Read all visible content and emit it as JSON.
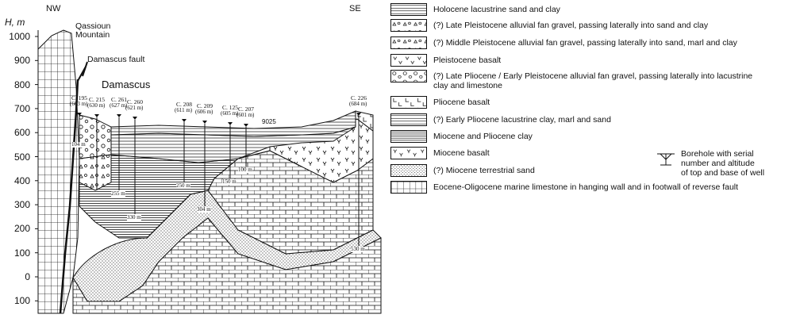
{
  "header": {
    "nw": "NW",
    "se": "SE",
    "axis_title": "H, m"
  },
  "axis": {
    "ticks": [
      "1000",
      "900",
      "800",
      "700",
      "600",
      "500",
      "400",
      "300",
      "200",
      "100",
      "0",
      "100"
    ]
  },
  "labels": {
    "mountain": "Qassioun\nMountain",
    "fault": "Damascus fault",
    "city": "Damascus",
    "well_9025": "9025"
  },
  "wells": [
    {
      "id": "C. 195",
      "alt": "(663 m)",
      "depth": "104 m"
    },
    {
      "id": "C. 215",
      "alt": "(630 m)",
      "depth": ""
    },
    {
      "id": "C. 261",
      "alt": "(627 m)",
      "depth": "255 m"
    },
    {
      "id": "C. 260",
      "alt": "(621 m)",
      "depth": "330 m"
    },
    {
      "id": "C. 208",
      "alt": "(611 m)",
      "depth": "250 m"
    },
    {
      "id": "C. 209",
      "alt": "(606 m)",
      "depth": "304 m"
    },
    {
      "id": "C. 125",
      "alt": "(605 m)",
      "depth": "150 m"
    },
    {
      "id": "C. 207",
      "alt": "(601 m)",
      "depth": "100 m"
    },
    {
      "id": "C. 226",
      "alt": "(684 m)",
      "depth": "530 m"
    }
  ],
  "legend": [
    {
      "label": "Holocene lacustrine sand and clay",
      "pattern": "hlines"
    },
    {
      "label": "(?) Late Pleistocene alluvial fan gravel, passing laterally into sand and clay",
      "pattern": "gravel-hlines"
    },
    {
      "label": "(?) Middle Pleistocene alluvial fan gravel, passing laterally into sand, marl and clay",
      "pattern": "gravel-dash"
    },
    {
      "label": "Pleistocene basalt",
      "pattern": "v-marks"
    },
    {
      "label": "(?) Late Pliocene / Early Pleistocene alluvial fan gravel, passing laterally into lacustrine\nclay and limestone",
      "pattern": "circles-brick"
    },
    {
      "label": "Pliocene basalt",
      "pattern": "l-marks"
    },
    {
      "label": "(?) Early Pliocene lacustrine clay, marl and sand",
      "pattern": "wide-hlines"
    },
    {
      "label": "Miocene and Pliocene clay",
      "pattern": "dense-hlines"
    },
    {
      "label": "Miocene basalt",
      "pattern": "y-marks"
    },
    {
      "label": "(?) Miocene terrestrial sand",
      "pattern": "dots"
    },
    {
      "label": "Eocene-Oligocene marine limestone in hanging wall and in footwall of reverse fault",
      "pattern": "grid-brick"
    }
  ],
  "borehole_legend": "Borehole with serial\nnumber and altitude\nof top and base of well"
}
